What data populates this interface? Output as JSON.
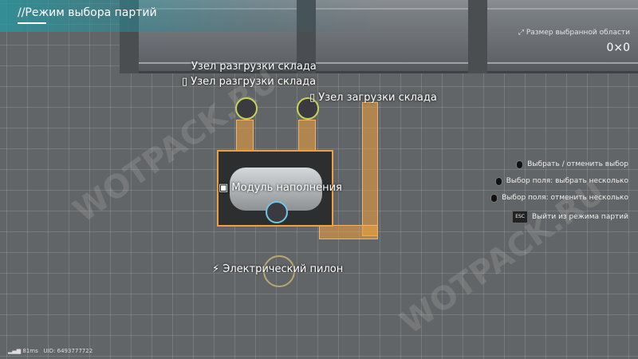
{
  "header": {
    "title": "//Режим выбора партий"
  },
  "selection": {
    "label": "Размер выбранной области",
    "value": "0×0"
  },
  "buildings": {
    "unload_node": "Узел разгрузки склада",
    "unload_node_dup": "Узел разгрузки склада",
    "load_node": "Узел загрузки склада",
    "filling_module": "Модуль наполнения",
    "pylon": "Электрический пилон"
  },
  "hints": [
    {
      "label": "Выбрать / отменить выбор"
    },
    {
      "label": "Выбор поля: выбрать несколько"
    },
    {
      "label": "Выбор поля: отменить несколько"
    },
    {
      "key": "ESC",
      "label": "Выйти из режима партий"
    }
  ],
  "status": {
    "ping": "81ms",
    "uid": "UID: 6493777722"
  },
  "watermark": "WOTPACK.RU",
  "colors": {
    "accent": "#f0a040",
    "node_ring": "#c7d35a",
    "topbar": "#2896a0"
  }
}
